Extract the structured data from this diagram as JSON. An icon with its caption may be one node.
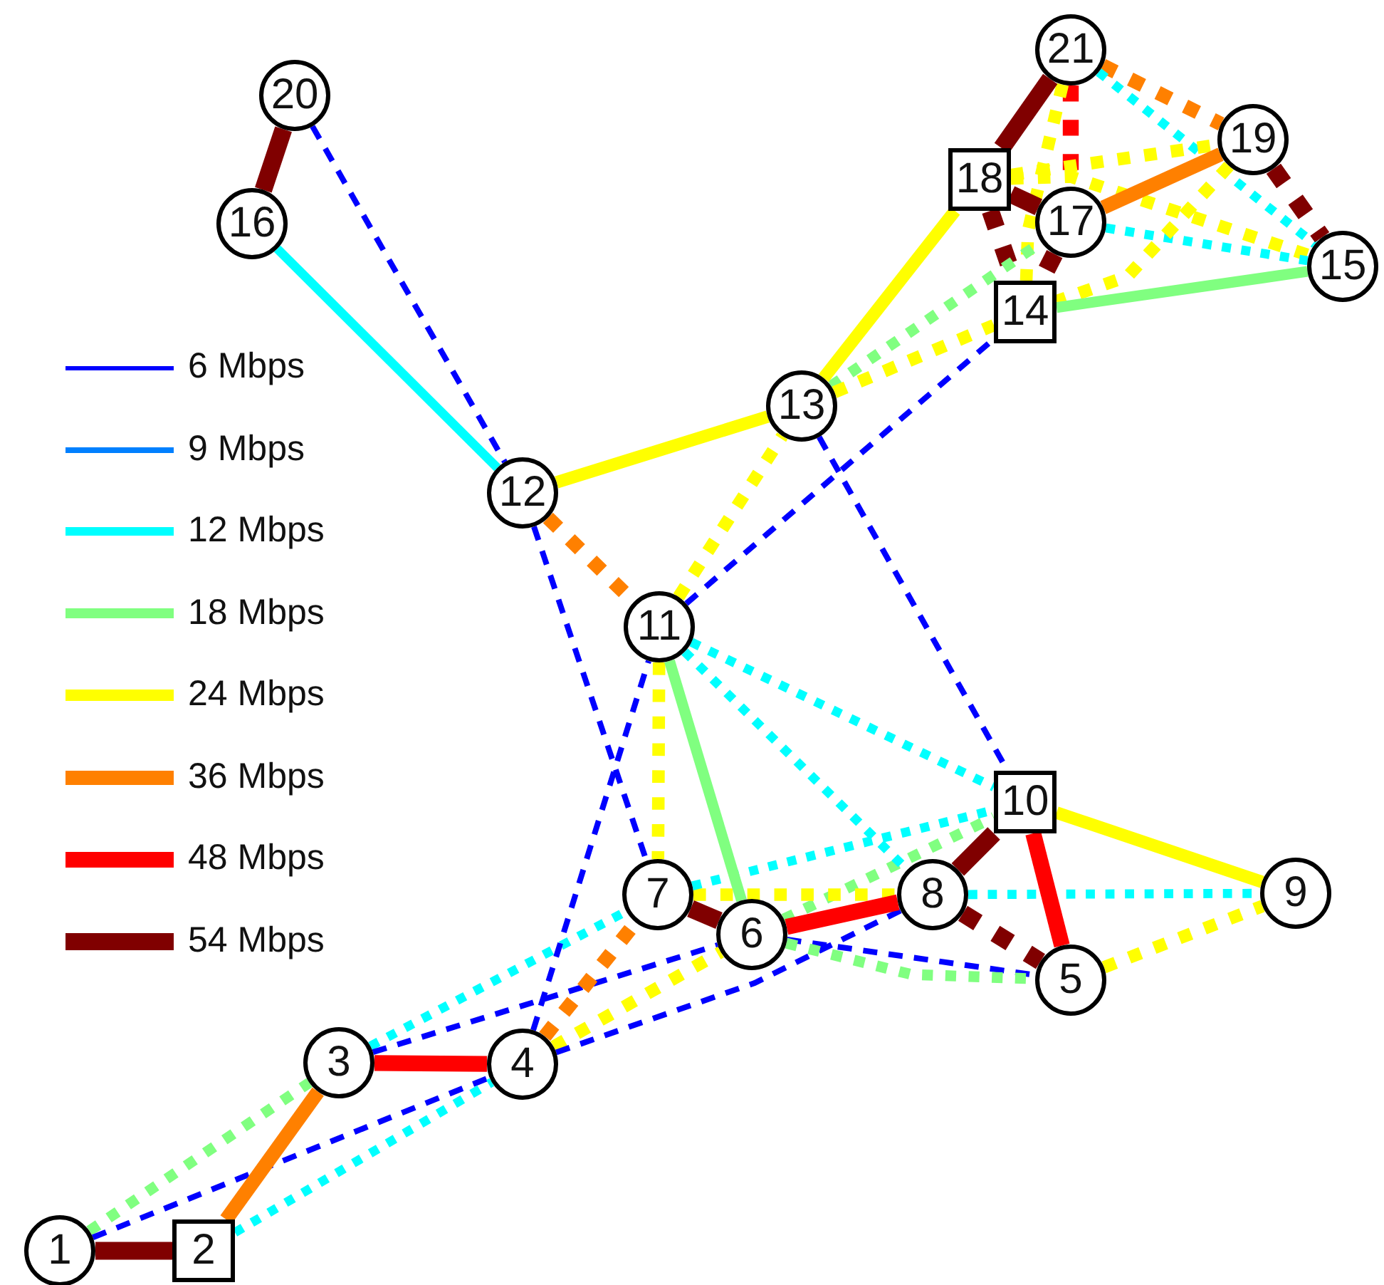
{
  "diagram": {
    "nodes": [
      {
        "text": [
          "1"
        ]
      },
      {
        "text": [
          "2"
        ]
      },
      {
        "text": [
          "3"
        ]
      },
      {
        "text": [
          "4"
        ]
      },
      {
        "text": [
          "5"
        ]
      },
      {
        "text": [
          "6"
        ]
      },
      {
        "text": [
          "7"
        ]
      },
      {
        "text": [
          "8"
        ]
      },
      {
        "text": [
          "9"
        ]
      },
      {
        "text": [
          "10"
        ]
      },
      {
        "text": [
          "11"
        ]
      },
      {
        "text": [
          "12"
        ]
      },
      {
        "text": [
          "13"
        ]
      },
      {
        "text": [
          "14"
        ]
      },
      {
        "text": [
          "15"
        ]
      },
      {
        "text": [
          "16"
        ]
      },
      {
        "text": [
          "17"
        ]
      },
      {
        "text": [
          "18"
        ]
      },
      {
        "text": [
          "19"
        ]
      },
      {
        "text": [
          "20"
        ]
      },
      {
        "text": [
          "21"
        ]
      }
    ],
    "edges": [
      {
        "from": 0,
        "to": 2,
        "arrow": "none",
        "style": "dashed",
        "color": "#80ff80"
      },
      {
        "from": 0,
        "to": 3,
        "arrow": "none",
        "style": "dashed",
        "color": "#0000ff"
      },
      {
        "from": 1,
        "to": 3,
        "arrow": "none",
        "style": "dashed",
        "color": "#00ffff"
      },
      {
        "from": 2,
        "to": 6,
        "arrow": "none",
        "style": "dashed",
        "color": "#00ffff"
      },
      {
        "from": 2,
        "to": 5,
        "arrow": "none",
        "style": "dashed",
        "color": "#0000ff"
      },
      {
        "from": 3,
        "to": 6,
        "arrow": "none",
        "style": "dashed",
        "color": "#ff8000"
      },
      {
        "from": 3,
        "to": 10,
        "arrow": "none",
        "style": "dashed",
        "color": "#0000ff"
      },
      {
        "from": 3,
        "to": 5,
        "arrow": "none",
        "style": "dashed",
        "color": "#ffff00"
      },
      {
        "from": 3,
        "to": 7,
        "arrow": "none",
        "style": "dashed",
        "color": "#0000ff"
      },
      {
        "from": 5,
        "to": 4,
        "arrow": "none",
        "style": "dashed",
        "color": "#0000ff"
      },
      {
        "from": 5,
        "to": 4,
        "arrow": "none",
        "style": "dashed",
        "color": "#80ff80"
      },
      {
        "from": 5,
        "to": 9,
        "arrow": "none",
        "style": "dashed",
        "color": "#80ff80"
      },
      {
        "from": 6,
        "to": 7,
        "arrow": "none",
        "style": "dashed",
        "color": "#ffff00"
      },
      {
        "from": 6,
        "to": 9,
        "arrow": "none",
        "style": "dashed",
        "color": "#00ffff"
      },
      {
        "from": 7,
        "to": 8,
        "arrow": "none",
        "style": "dashed",
        "color": "#00ffff"
      },
      {
        "from": 7,
        "to": 4,
        "arrow": "none",
        "style": "dashed",
        "color": "#800000"
      },
      {
        "from": 4,
        "to": 8,
        "arrow": "none",
        "style": "dashed",
        "color": "#ffff00"
      },
      {
        "from": 10,
        "to": 9,
        "arrow": "none",
        "style": "dashed",
        "color": "#00ffff"
      },
      {
        "from": 10,
        "to": 7,
        "arrow": "none",
        "style": "dashed",
        "color": "#00ffff"
      },
      {
        "from": 10,
        "to": 6,
        "arrow": "none",
        "style": "dashed",
        "color": "#ffff00"
      },
      {
        "from": 10,
        "to": 12,
        "arrow": "none",
        "style": "dashed",
        "color": "#ffff00"
      },
      {
        "from": 11,
        "to": 10,
        "arrow": "none",
        "style": "dashed",
        "color": "#ff8000"
      },
      {
        "from": 11,
        "to": 6,
        "arrow": "none",
        "style": "dashed",
        "color": "#0000ff"
      },
      {
        "from": 10,
        "to": 13,
        "arrow": "none",
        "style": "dashed",
        "color": "#0000ff"
      },
      {
        "from": 12,
        "to": 9,
        "arrow": "none",
        "style": "dashed",
        "color": "#0000ff"
      },
      {
        "from": 19,
        "to": 11,
        "arrow": "none",
        "style": "dashed",
        "color": "#0000ff"
      },
      {
        "from": 20,
        "to": 18,
        "arrow": "none",
        "style": "dashed",
        "color": "#ff8000"
      },
      {
        "from": 20,
        "to": 14,
        "arrow": "none",
        "style": "dashed",
        "color": "#00ffff"
      },
      {
        "from": 20,
        "to": 16,
        "arrow": "none",
        "style": "dashed",
        "color": "#ff0000"
      },
      {
        "from": 18,
        "to": 14,
        "arrow": "none",
        "style": "dashed",
        "color": "#800000"
      },
      {
        "from": 17,
        "to": 18,
        "arrow": "none",
        "style": "dashed",
        "color": "#ffff00"
      },
      {
        "from": 20,
        "to": 13,
        "arrow": "none",
        "style": "dashed",
        "color": "#ffff00"
      },
      {
        "from": 17,
        "to": 14,
        "arrow": "none",
        "style": "dashed",
        "color": "#ffff00"
      },
      {
        "from": 16,
        "to": 14,
        "arrow": "none",
        "style": "dashed",
        "color": "#00ffff"
      },
      {
        "from": 18,
        "to": 13,
        "arrow": "none",
        "style": "dashed",
        "color": "#ffff00"
      },
      {
        "from": 17,
        "to": 13,
        "arrow": "none",
        "style": "dashed",
        "color": "#800000"
      },
      {
        "from": 16,
        "to": 13,
        "arrow": "none",
        "style": "dashed",
        "color": "#800000"
      },
      {
        "from": 12,
        "to": 16,
        "arrow": "none",
        "style": "dashed",
        "color": "#80ff80"
      },
      {
        "from": 12,
        "to": 13,
        "arrow": "none",
        "style": "dashed",
        "color": "#ffff00"
      },
      {
        "from": 0,
        "to": 1,
        "arrow": "none",
        "color": "#800000"
      },
      {
        "from": 1,
        "to": 2,
        "arrow": "none",
        "color": "#ff8000"
      },
      {
        "from": 2,
        "to": 3,
        "arrow": "none",
        "color": "#ff0000"
      },
      {
        "from": 6,
        "to": 5,
        "arrow": "none",
        "color": "#800000"
      },
      {
        "from": 5,
        "to": 7,
        "arrow": "none",
        "color": "#ff0000"
      },
      {
        "from": 7,
        "to": 9,
        "arrow": "none",
        "color": "#800000"
      },
      {
        "from": 9,
        "to": 4,
        "arrow": "none",
        "color": "#ff0000"
      },
      {
        "from": 9,
        "to": 8,
        "arrow": "none",
        "color": "#ffff00"
      },
      {
        "from": 10,
        "to": 5,
        "arrow": "none",
        "color": "#80ff80"
      },
      {
        "from": 11,
        "to": 12,
        "arrow": "none",
        "color": "#ffff00"
      },
      {
        "from": 15,
        "to": 11,
        "arrow": "none",
        "color": "#00ffff"
      },
      {
        "from": 19,
        "to": 15,
        "arrow": "none",
        "color": "#800000"
      },
      {
        "from": 12,
        "to": 17,
        "arrow": "none",
        "color": "#ffff00"
      },
      {
        "from": 17,
        "to": 20,
        "arrow": "none",
        "color": "#800000"
      },
      {
        "from": 17,
        "to": 16,
        "arrow": "none",
        "color": "#800000"
      },
      {
        "from": 16,
        "to": 18,
        "arrow": "none",
        "color": "#ff8000"
      },
      {
        "from": 13,
        "to": 14,
        "arrow": "none",
        "color": "#80ff80"
      }
    ],
    "legend": [
      {
        "text": "6 Mbps",
        "color": "#0000ff"
      },
      {
        "text": "9 Mbps",
        "color": "#0080ff"
      },
      {
        "text": "12 Mbps",
        "color": "#00ffff"
      },
      {
        "text": "18 Mbps",
        "color": "#80ff80"
      },
      {
        "text": "24 Mbps",
        "color": "#ffff00"
      },
      {
        "text": "36 Mbps",
        "color": "#ff8000"
      },
      {
        "text": "48 Mbps",
        "color": "#ff0000"
      },
      {
        "text": "54 Mbps",
        "color": "#800000"
      }
    ]
  }
}
